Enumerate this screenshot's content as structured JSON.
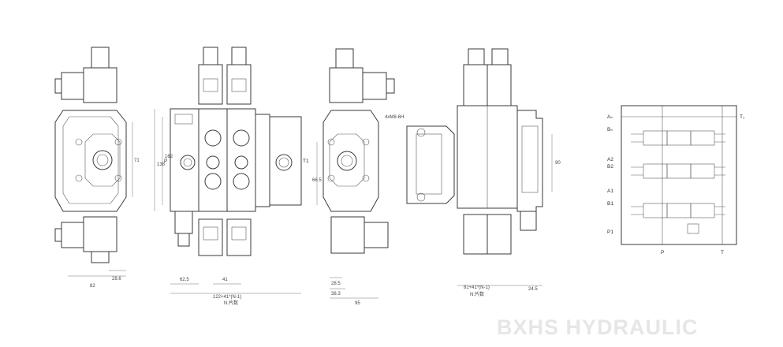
{
  "watermark": "BXHS HYDRAULIC",
  "views": {
    "side_left": {
      "dims": [
        "82",
        "28.6",
        "71"
      ]
    },
    "front": {
      "dims": [
        "62.5",
        "41",
        "122+41*(N-1)",
        "N:片数",
        "138",
        "162"
      ],
      "ports": [
        "P",
        "T1"
      ]
    },
    "side_right": {
      "dims": [
        "28.5",
        "38.3",
        "95",
        "66.5"
      ],
      "note": "4xM8-6H"
    },
    "top": {
      "dims": [
        "81+41*(N-1)",
        "N:片数",
        "24.5",
        "90"
      ]
    }
  },
  "schematic": {
    "left_labels": [
      "Aₙ",
      "Bₙ",
      "A2",
      "B2",
      "A1",
      "B1",
      "P1"
    ],
    "top_right": "T₁",
    "bottom": [
      "P",
      "T"
    ]
  }
}
